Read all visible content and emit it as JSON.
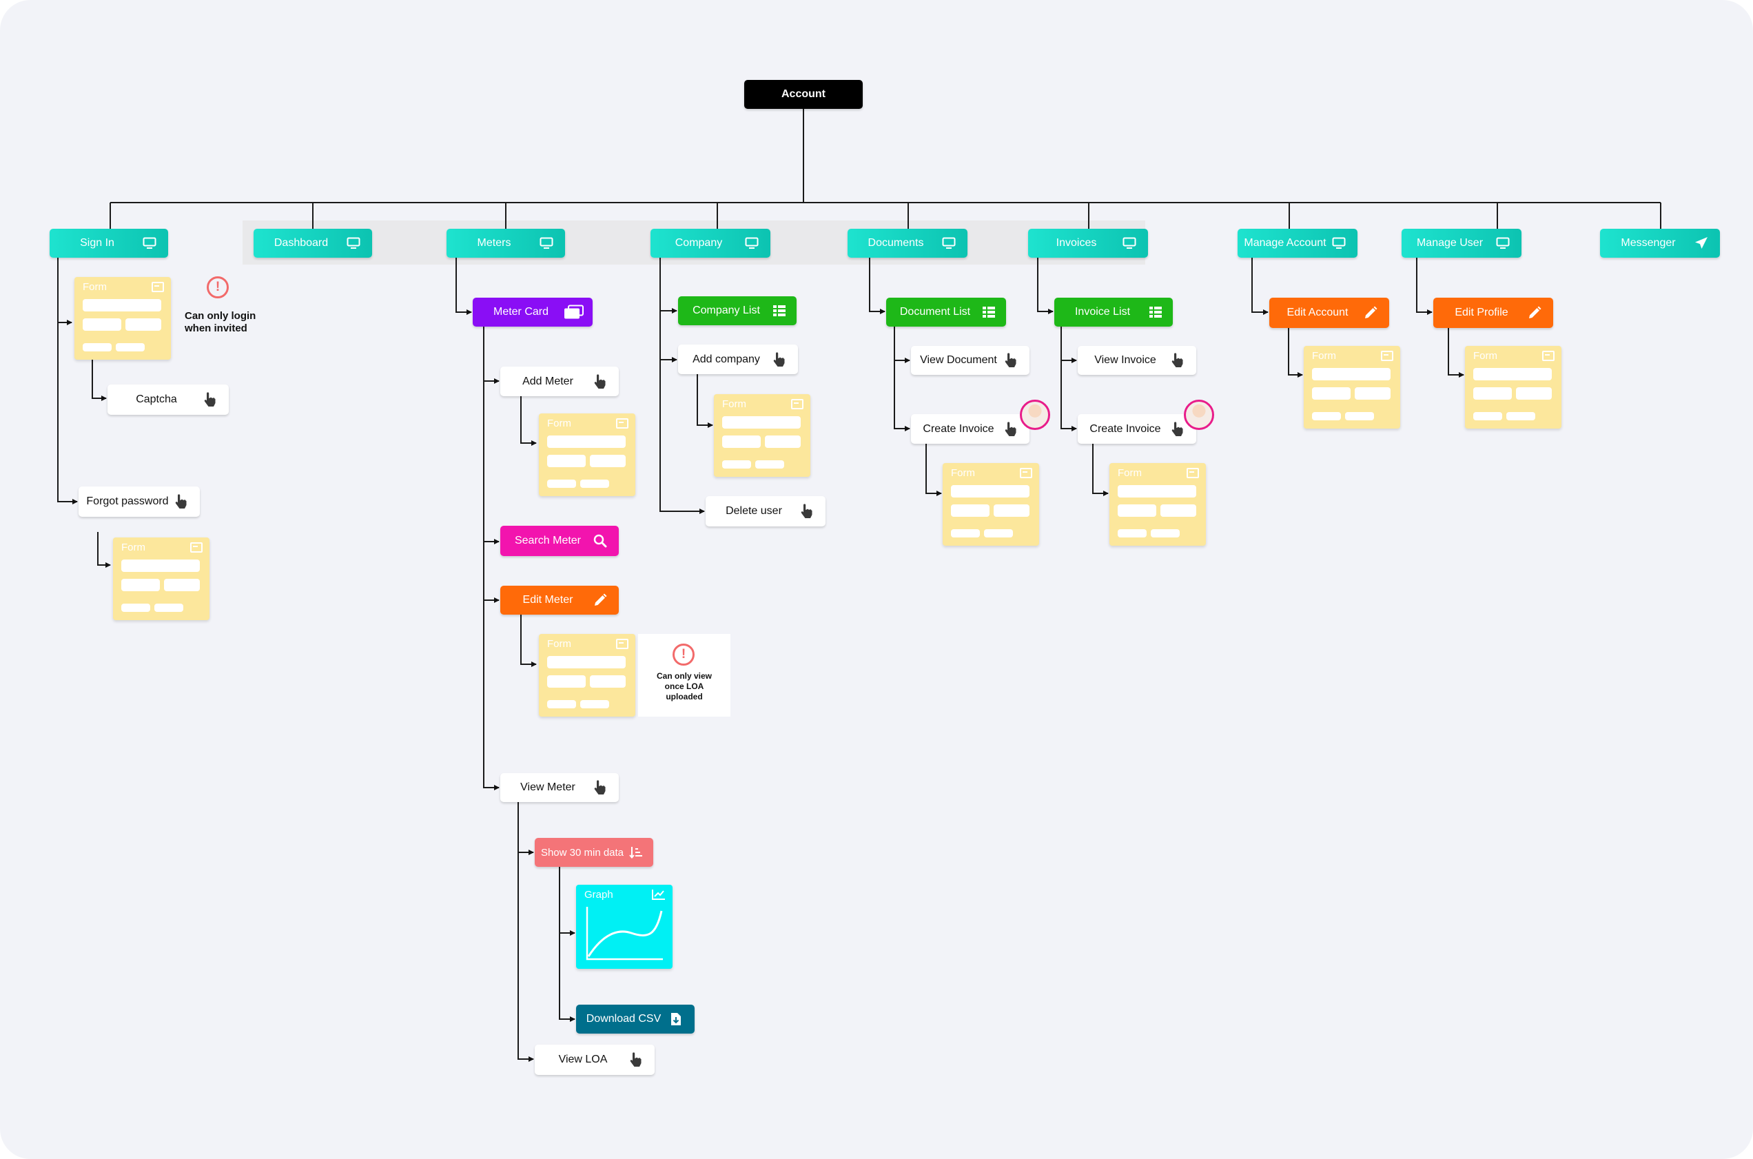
{
  "root": {
    "label": "Account"
  },
  "sections": {
    "sign_in": "Sign In",
    "dashboard": "Dashboard",
    "meters": "Meters",
    "company": "Company",
    "documents": "Documents",
    "invoices": "Invoices",
    "manage_account": "Manage Account",
    "manage_user": "Manage User",
    "messenger": "Messenger"
  },
  "sign_in": {
    "form_title": "Form",
    "note": [
      "Can only login",
      "when invited"
    ],
    "captcha": "Captcha",
    "forgot_password": "Forgot password",
    "forgot_form_title": "Form"
  },
  "meters": {
    "meter_card": "Meter Card",
    "add_meter": "Add Meter",
    "add_form_title": "Form",
    "search_meter": "Search Meter",
    "edit_meter": "Edit Meter",
    "edit_form_title": "Form",
    "edit_note": [
      "Can only view",
      "once LOA",
      "uploaded"
    ],
    "view_meter": "View Meter",
    "show_30min": "Show 30 min data",
    "graph_title": "Graph",
    "download_csv": "Download CSV",
    "view_loa": "View LOA"
  },
  "company": {
    "company_list": "Company List",
    "add_company": "Add company",
    "form_title": "Form",
    "delete_user": "Delete user"
  },
  "documents": {
    "document_list": "Document List",
    "view_document": "View Document",
    "create_invoice": "Create Invoice",
    "form_title": "Form"
  },
  "invoices": {
    "invoice_list": "Invoice List",
    "view_invoice": "View Invoice",
    "create_invoice": "Create Invoice",
    "form_title": "Form"
  },
  "manage_account": {
    "edit_account": "Edit Account",
    "form_title": "Form"
  },
  "manage_user": {
    "edit_profile": "Edit Profile",
    "form_title": "Form"
  },
  "colors": {
    "section": "#12d6c2",
    "list": "#1eb818",
    "meter_card": "#8a0ef5",
    "search": "#f214ae",
    "edit": "#ff6a09",
    "thirty_min": "#f47478",
    "download": "#006f8c",
    "form": "#fce79c",
    "graph": "#00f0f4",
    "warning": "#f26a6a"
  },
  "icons": {
    "section": "monitor-icon",
    "messenger": "send-icon",
    "list": "table-icon",
    "meter_card": "card-icon",
    "search": "search-icon",
    "edit": "pencil-icon",
    "action": "pointer-hand-icon",
    "sort": "sort-icon",
    "chart": "chart-icon",
    "download": "file-download-icon",
    "warning": "warning-icon",
    "form": "form-icon"
  }
}
